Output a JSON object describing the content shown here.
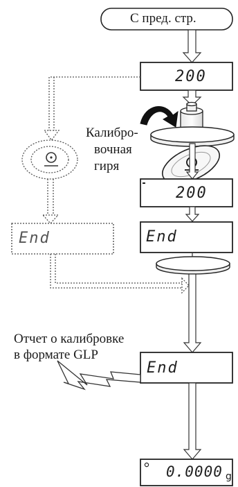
{
  "start_label": "С пред. стр.",
  "weight_label_lines": [
    "Калибро-",
    "вочная",
    "гиря"
  ],
  "report_label_lines": [
    "Отчет о калибровке",
    "в формате GLP"
  ],
  "displays": {
    "first": "200",
    "second": "200",
    "end_main": "End",
    "end_dashed": "End",
    "end_glp": "End",
    "final": "0.0000",
    "final_suffix": "g"
  }
}
